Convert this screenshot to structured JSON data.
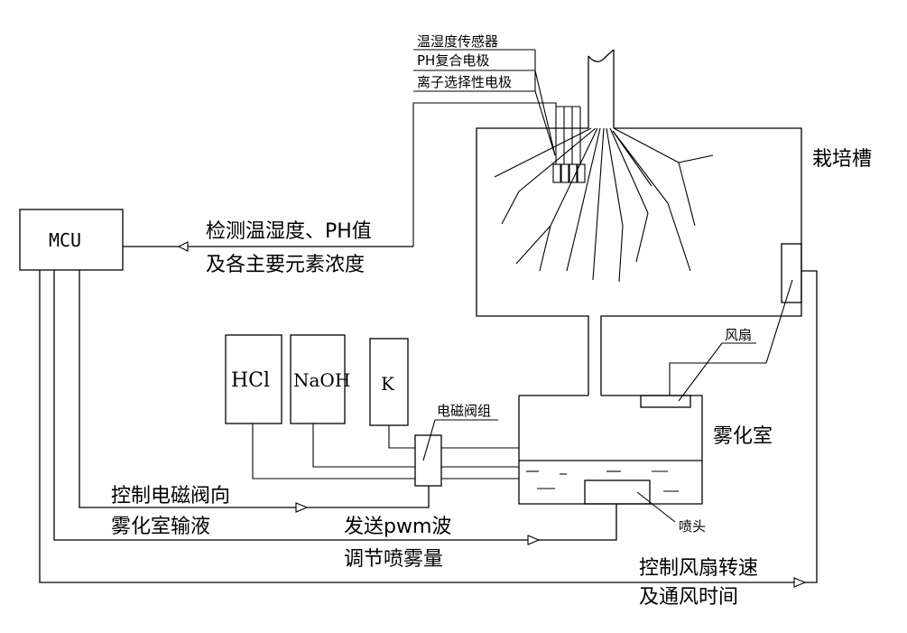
{
  "labels": {
    "mcu": "MCU",
    "sensor_temp_humidity": "温湿度传感器",
    "sensor_ph": "PH复合电极",
    "sensor_ion": "离子选择性电极",
    "tank": "栽培槽",
    "detect_line1": "检测温湿度、PH值",
    "detect_line2": "及各主要元素浓度",
    "hcl": "HCl",
    "naoh": "NaOH",
    "k": "K",
    "valve_group": "电磁阀组",
    "fan": "风扇",
    "atomization_chamber": "雾化室",
    "nozzle": "喷头",
    "valve_ctrl_line1": "控制电磁阀向",
    "valve_ctrl_line2": "雾化室输液",
    "pwm_line1": "发送pwm波",
    "pwm_line2": "调节喷雾量",
    "fan_ctrl_line1": "控制风扇转速",
    "fan_ctrl_line2": "及通风时间"
  }
}
